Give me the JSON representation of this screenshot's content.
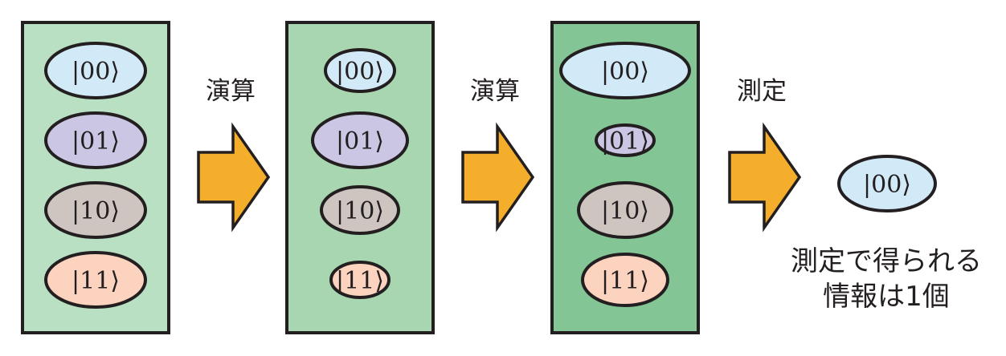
{
  "states": {
    "s00": "|00⟩",
    "s01": "|01⟩",
    "s10": "|10⟩",
    "s11": "|11⟩"
  },
  "steps": {
    "op1": "演算",
    "op2": "演算",
    "measure": "測定"
  },
  "result": {
    "state": "|00⟩",
    "caption_line1": "測定で得られる",
    "caption_line2": "情報は1個"
  },
  "colors": {
    "panel1": "#b9e0c3",
    "panel2": "#a7d6b1",
    "panel3": "#84c596",
    "arrow": "#f4ae2b",
    "ket00": "#d2e9f7",
    "ket01": "#cac6e3",
    "ket10": "#cec5c1",
    "ket11": "#fbd3bf"
  }
}
